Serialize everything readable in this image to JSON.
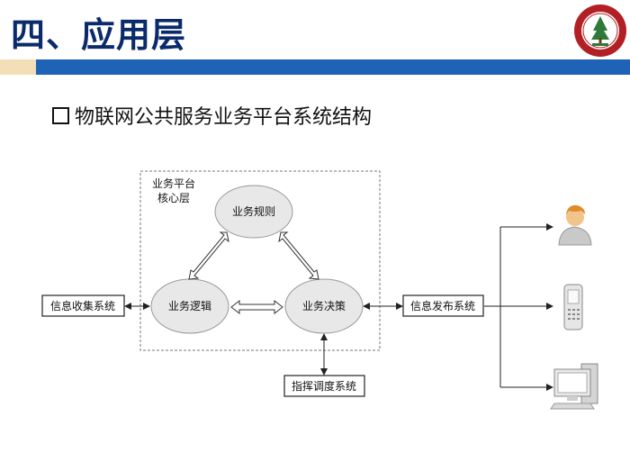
{
  "header": {
    "title": "四、应用层",
    "subtitle": "物联网公共服务业务平台系统结构"
  },
  "diagram": {
    "core_group_label_line1": "业务平台",
    "core_group_label_line2": "核心层",
    "nodes": {
      "rules": "业务规则",
      "logic": "业务逻辑",
      "decision": "业务决策",
      "collect": "信息收集系统",
      "publish": "信息发布系统",
      "dispatch": "指挥调度系统"
    },
    "targets": [
      "user-icon",
      "mobile-phone-icon",
      "computer-icon"
    ]
  },
  "colors": {
    "title": "#0a2a6b",
    "band_blue": "#1f63b7",
    "band_tan": "#f2dfb5",
    "ellipse_fill": "#e8e8e8"
  }
}
